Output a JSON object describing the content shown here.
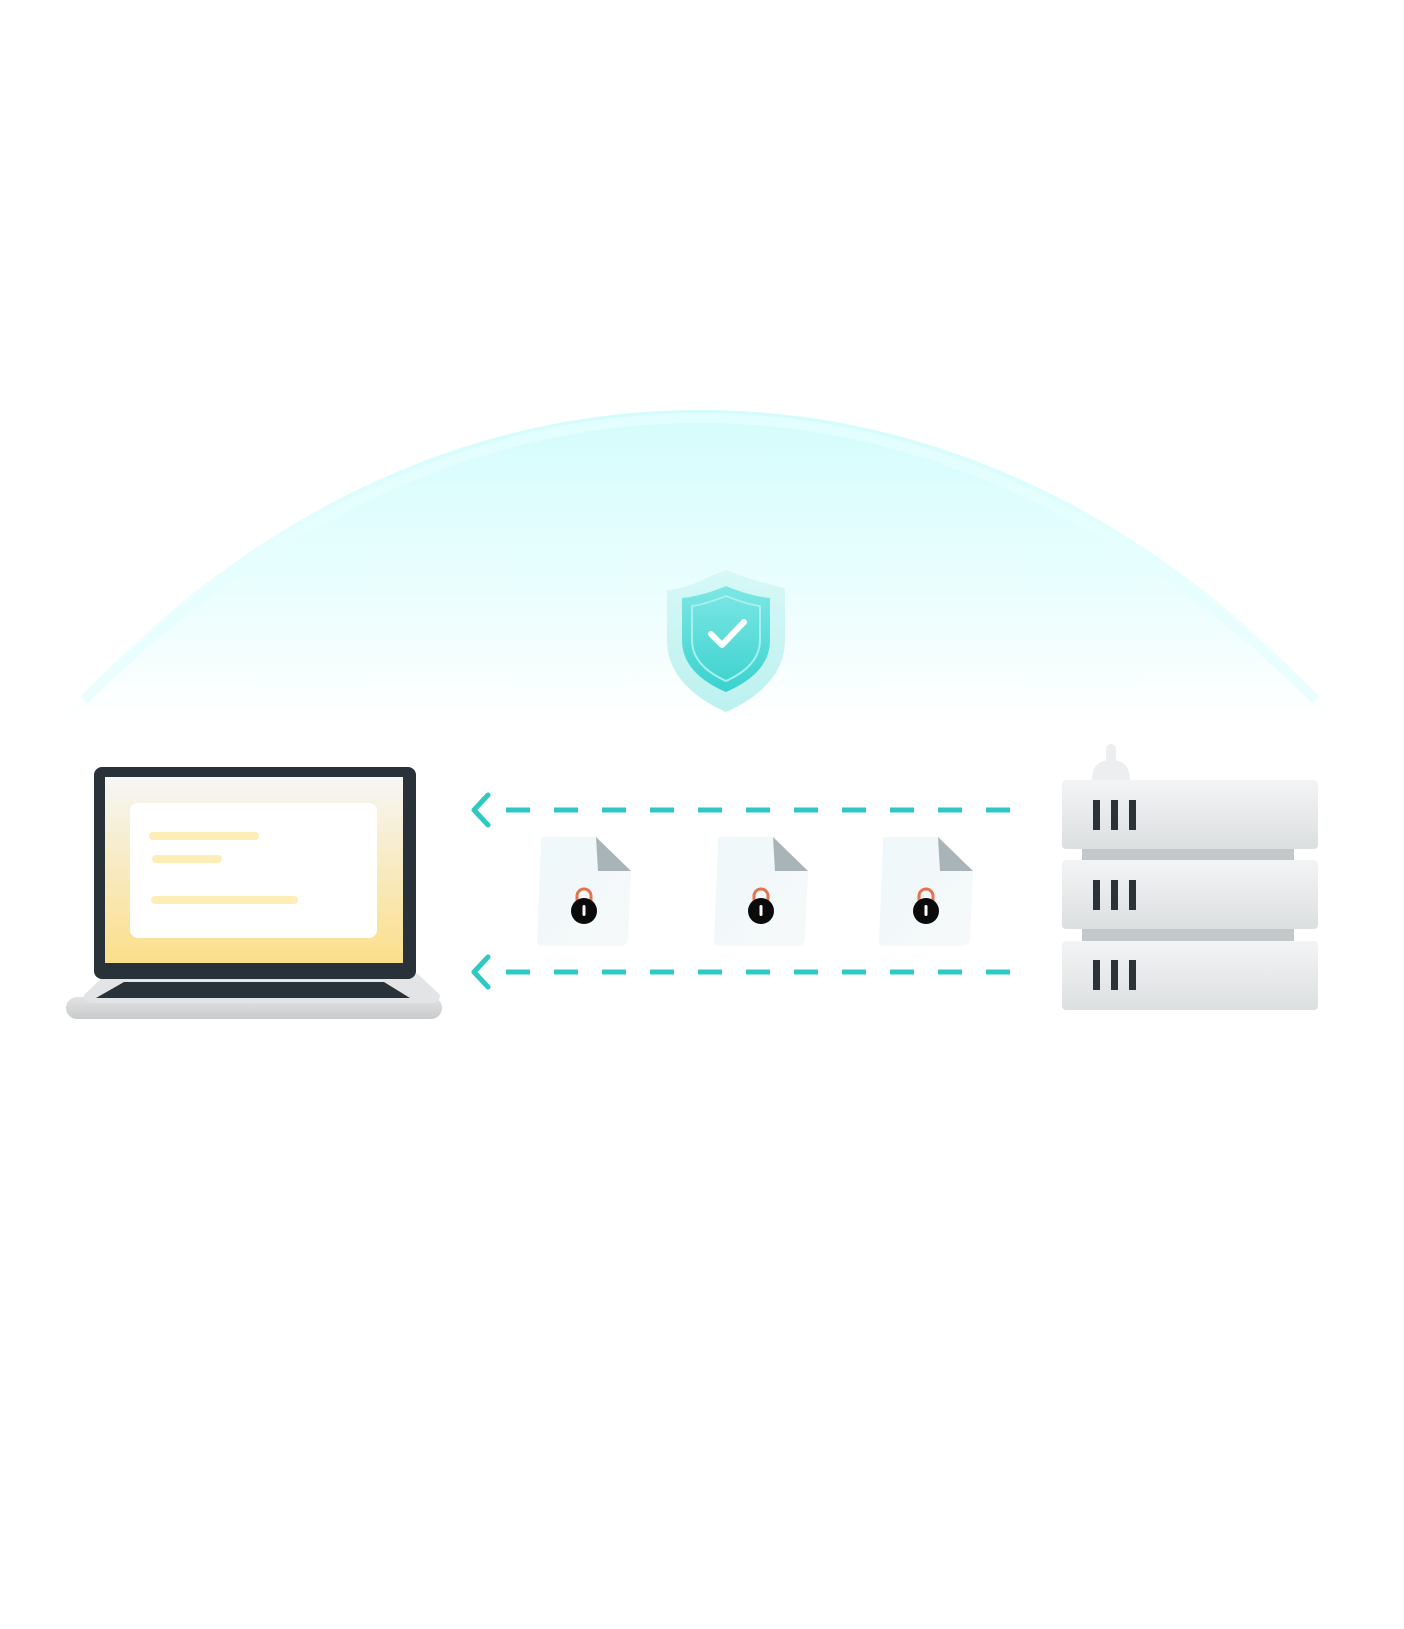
{
  "diagram": {
    "nodes": [
      {
        "id": "laptop",
        "icon": "laptop-icon"
      },
      {
        "id": "server",
        "icon": "server-stack-icon",
        "units": 3
      }
    ],
    "badge": {
      "icon": "shield-check-icon"
    },
    "packets": [
      {
        "icon": "locked-file-icon"
      },
      {
        "icon": "locked-file-icon"
      },
      {
        "icon": "locked-file-icon"
      }
    ],
    "connections": [
      {
        "from": "server",
        "to": "laptop",
        "style": "dashed",
        "direction": "left"
      },
      {
        "from": "server",
        "to": "laptop",
        "style": "dashed",
        "direction": "left"
      }
    ]
  },
  "colors": {
    "dome": "#d8fdfd",
    "arrow": "#2ec9c4",
    "shield_outer": "#c9f5f3",
    "shield_inner": "#47d6d3",
    "laptop_frame": "#283238",
    "laptop_screen_top": "#f6f6f4",
    "laptop_screen_bottom": "#fadf8a",
    "screen_lines": "#fdeeb8",
    "lock_body": "#0b0b0b",
    "lock_shackle": "#e4744f",
    "file_fold": "#a9b4b8",
    "server_body": "#eceeef",
    "server_slot": "#2b3338"
  }
}
